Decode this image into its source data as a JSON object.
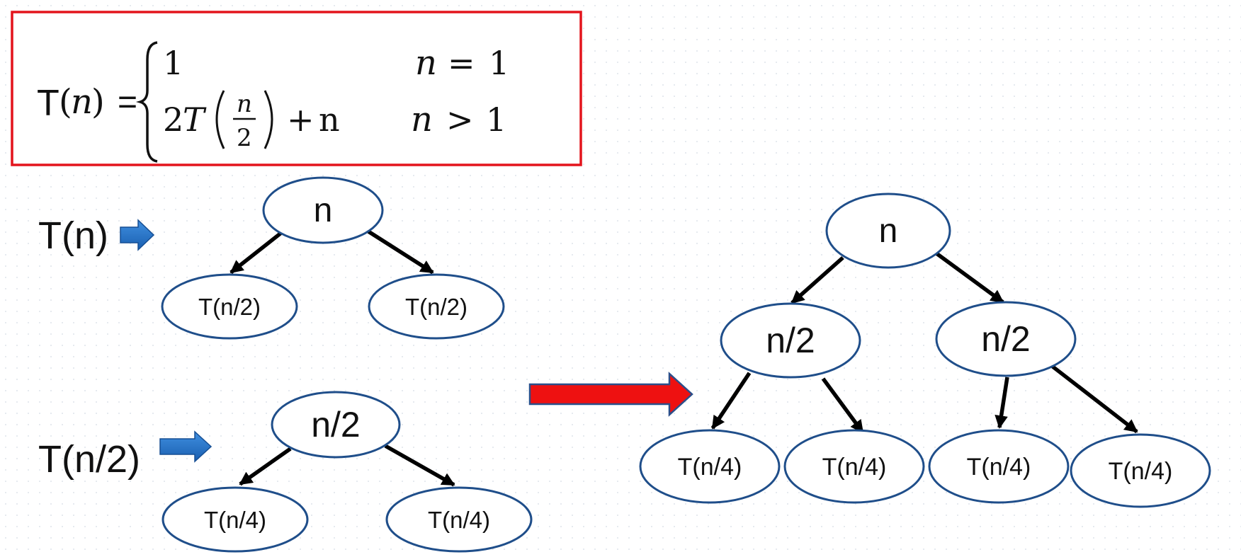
{
  "recurrence": {
    "lhs_T": "T",
    "lhs_open": "(",
    "lhs_n": "n",
    "lhs_close": ")",
    "lhs_eq": "=",
    "case1": {
      "value": "1",
      "cond_var": "n",
      "cond_op": "=",
      "cond_val": "1"
    },
    "case2": {
      "coef": "2",
      "func": "T",
      "frac_num": "n",
      "frac_den": "2",
      "plus": "+",
      "term": "n",
      "cond_var": "n",
      "cond_op": ">",
      "cond_val": "1"
    }
  },
  "labels": {
    "tn": "T(n)",
    "tn2": "T(n/2)"
  },
  "tree_tn": {
    "root": "n",
    "left": "T(n/2)",
    "right": "T(n/2)"
  },
  "tree_tn2": {
    "root": "n/2",
    "left": "T(n/4)",
    "right": "T(n/4)"
  },
  "tree_combined": {
    "root": "n",
    "mid_left": "n/2",
    "mid_right": "n/2",
    "leaf_1": "T(n/4)",
    "leaf_2": "T(n/4)",
    "leaf_3": "T(n/4)",
    "leaf_4": "T(n/4)"
  },
  "colors": {
    "formula_border": "#e3141c",
    "node_stroke": "#1f4e8a",
    "small_arrow": "#1f6fc4",
    "big_arrow": "#ee1111",
    "edge": "#000000"
  }
}
